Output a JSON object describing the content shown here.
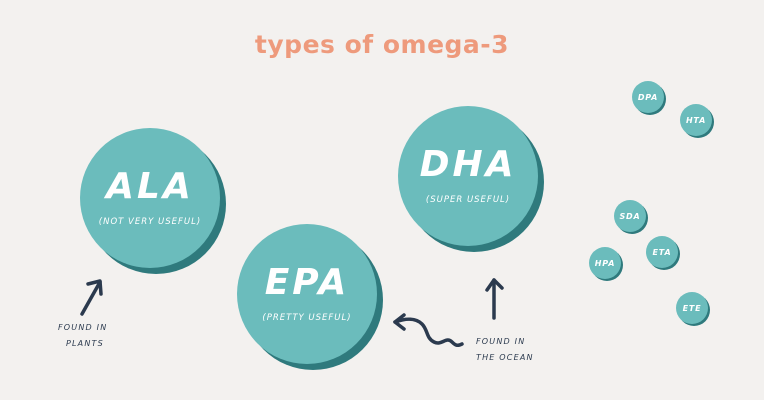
{
  "title": "types of omega-3",
  "colors": {
    "title": "#ee9a7c",
    "circle": "#6bbcbc",
    "circle_shadow": "#2f7a7d",
    "background": "#f3f1ef",
    "ink": "#2b3a4e"
  },
  "main": [
    {
      "name": "ALA",
      "note": "(NOT VERY USEFUL)"
    },
    {
      "name": "EPA",
      "note": "(PRETTY USEFUL)"
    },
    {
      "name": "DHA",
      "note": "(SUPER USEFUL)"
    }
  ],
  "others": [
    "DPA",
    "HTA",
    "SDA",
    "ETA",
    "HPA",
    "ETE"
  ],
  "annotations": {
    "plants": [
      "FOUND IN",
      "PLANTS"
    ],
    "ocean": [
      "FOUND IN",
      "THE OCEAN"
    ]
  }
}
